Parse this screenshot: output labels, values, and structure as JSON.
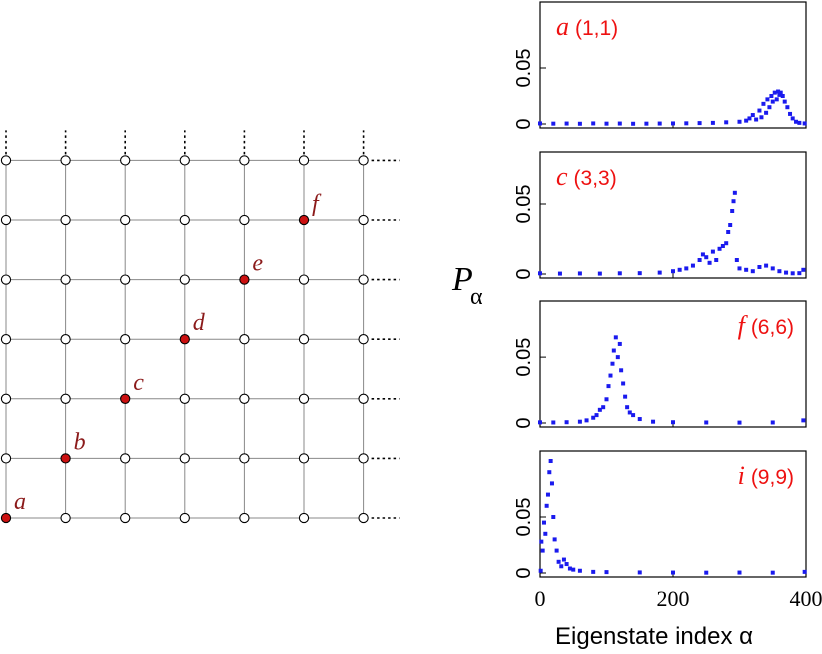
{
  "colors": {
    "grid_line": "#888888",
    "node_stroke": "#000000",
    "highlight_node": "#cc1111",
    "site_label": "#8b1a1a",
    "panel_label": "#ee1111",
    "series": "#1a1aee",
    "axis": "#000000"
  },
  "lattice": {
    "highlighted_sites": [
      {
        "label": "a",
        "col": 1,
        "row": 1
      },
      {
        "label": "b",
        "col": 2,
        "row": 2
      },
      {
        "label": "c",
        "col": 3,
        "row": 3
      },
      {
        "label": "d",
        "col": 4,
        "row": 4
      },
      {
        "label": "e",
        "col": 5,
        "row": 5
      },
      {
        "label": "f",
        "col": 6,
        "row": 6
      }
    ],
    "visible_cols": 7,
    "visible_rows": 7,
    "continues_right": true,
    "continues_up": true
  },
  "chart_data": {
    "type": "scatter",
    "ylabel_main": "P",
    "ylabel_sub": "α",
    "xlabel": "Eigenstate index  α",
    "xlim": [
      0,
      400
    ],
    "xticks": [
      "0",
      "200",
      "400"
    ],
    "panels": [
      {
        "letter": "a",
        "coords": "(1,1)",
        "ylim": [
          0,
          0.1
        ],
        "yticks": [
          "0",
          "0.05"
        ],
        "points": [
          [
            0,
            0.0005
          ],
          [
            20,
            0.0003
          ],
          [
            40,
            0.0004
          ],
          [
            60,
            0.0002
          ],
          [
            80,
            0.0005
          ],
          [
            100,
            0.0003
          ],
          [
            120,
            0.0004
          ],
          [
            140,
            0.0002
          ],
          [
            160,
            0.0003
          ],
          [
            180,
            0.0004
          ],
          [
            200,
            0.0005
          ],
          [
            220,
            0.0006
          ],
          [
            240,
            0.0008
          ],
          [
            260,
            0.001
          ],
          [
            280,
            0.0015
          ],
          [
            300,
            0.002
          ],
          [
            310,
            0.003
          ],
          [
            315,
            0.005
          ],
          [
            320,
            0.008
          ],
          [
            325,
            0.004
          ],
          [
            330,
            0.012
          ],
          [
            333,
            0.006
          ],
          [
            336,
            0.018
          ],
          [
            340,
            0.01
          ],
          [
            342,
            0.022
          ],
          [
            345,
            0.015
          ],
          [
            348,
            0.025
          ],
          [
            350,
            0.02
          ],
          [
            353,
            0.028
          ],
          [
            356,
            0.022
          ],
          [
            358,
            0.029
          ],
          [
            360,
            0.026
          ],
          [
            362,
            0.028
          ],
          [
            365,
            0.025
          ],
          [
            368,
            0.02
          ],
          [
            372,
            0.015
          ],
          [
            376,
            0.009
          ],
          [
            380,
            0.005
          ],
          [
            385,
            0.002
          ],
          [
            390,
            0.001
          ],
          [
            398,
            0.0005
          ]
        ]
      },
      {
        "letter": "c",
        "coords": "(3,3)",
        "ylim": [
          0,
          0.08
        ],
        "yticks": [
          "0",
          "0.05"
        ],
        "points": [
          [
            0,
            0.0005
          ],
          [
            30,
            0.0003
          ],
          [
            60,
            0.0004
          ],
          [
            90,
            0.0003
          ],
          [
            120,
            0.0005
          ],
          [
            150,
            0.0006
          ],
          [
            180,
            0.001
          ],
          [
            200,
            0.002
          ],
          [
            210,
            0.003
          ],
          [
            220,
            0.004
          ],
          [
            230,
            0.006
          ],
          [
            240,
            0.01
          ],
          [
            245,
            0.014
          ],
          [
            250,
            0.012
          ],
          [
            255,
            0.008
          ],
          [
            260,
            0.016
          ],
          [
            265,
            0.01
          ],
          [
            270,
            0.018
          ],
          [
            275,
            0.02
          ],
          [
            280,
            0.022
          ],
          [
            283,
            0.03
          ],
          [
            286,
            0.035
          ],
          [
            289,
            0.045
          ],
          [
            291,
            0.052
          ],
          [
            293,
            0.058
          ],
          [
            296,
            0.01
          ],
          [
            300,
            0.004
          ],
          [
            310,
            0.003
          ],
          [
            320,
            0.002
          ],
          [
            330,
            0.005
          ],
          [
            340,
            0.006
          ],
          [
            350,
            0.004
          ],
          [
            360,
            0.002
          ],
          [
            370,
            0.001
          ],
          [
            380,
            0.0005
          ],
          [
            390,
            0.0006
          ],
          [
            396,
            0.003
          ]
        ]
      },
      {
        "letter": "f",
        "coords": "(6,6)",
        "ylim": [
          0,
          0.085
        ],
        "yticks": [
          "0",
          "0.05"
        ],
        "points": [
          [
            0,
            0.0005
          ],
          [
            20,
            0.0004
          ],
          [
            40,
            0.0006
          ],
          [
            60,
            0.001
          ],
          [
            70,
            0.002
          ],
          [
            80,
            0.004
          ],
          [
            85,
            0.006
          ],
          [
            90,
            0.01
          ],
          [
            95,
            0.012
          ],
          [
            100,
            0.018
          ],
          [
            103,
            0.028
          ],
          [
            106,
            0.036
          ],
          [
            109,
            0.045
          ],
          [
            111,
            0.055
          ],
          [
            114,
            0.065
          ],
          [
            117,
            0.05
          ],
          [
            120,
            0.06
          ],
          [
            122,
            0.04
          ],
          [
            125,
            0.03
          ],
          [
            128,
            0.02
          ],
          [
            131,
            0.012
          ],
          [
            135,
            0.008
          ],
          [
            140,
            0.006
          ],
          [
            150,
            0.003
          ],
          [
            170,
            0.001
          ],
          [
            200,
            0.0006
          ],
          [
            250,
            0.0004
          ],
          [
            300,
            0.0003
          ],
          [
            350,
            0.0004
          ],
          [
            396,
            0.002
          ]
        ]
      },
      {
        "letter": "i",
        "coords": "(9,9)",
        "ylim": [
          0,
          0.1
        ],
        "yticks": [
          "0",
          "0.05"
        ],
        "points": [
          [
            1,
            0.002
          ],
          [
            2,
            0.028
          ],
          [
            4,
            0.02
          ],
          [
            6,
            0.045
          ],
          [
            8,
            0.035
          ],
          [
            10,
            0.06
          ],
          [
            12,
            0.07
          ],
          [
            14,
            0.09
          ],
          [
            16,
            0.1
          ],
          [
            18,
            0.08
          ],
          [
            20,
            0.05
          ],
          [
            22,
            0.03
          ],
          [
            25,
            0.02
          ],
          [
            28,
            0.01
          ],
          [
            32,
            0.006
          ],
          [
            36,
            0.012
          ],
          [
            40,
            0.008
          ],
          [
            45,
            0.004
          ],
          [
            50,
            0.003
          ],
          [
            60,
            0.002
          ],
          [
            80,
            0.001
          ],
          [
            100,
            0.0008
          ],
          [
            150,
            0.0005
          ],
          [
            200,
            0.0004
          ],
          [
            250,
            0.0003
          ],
          [
            300,
            0.0004
          ],
          [
            350,
            0.0003
          ],
          [
            398,
            0.001
          ]
        ]
      }
    ]
  }
}
